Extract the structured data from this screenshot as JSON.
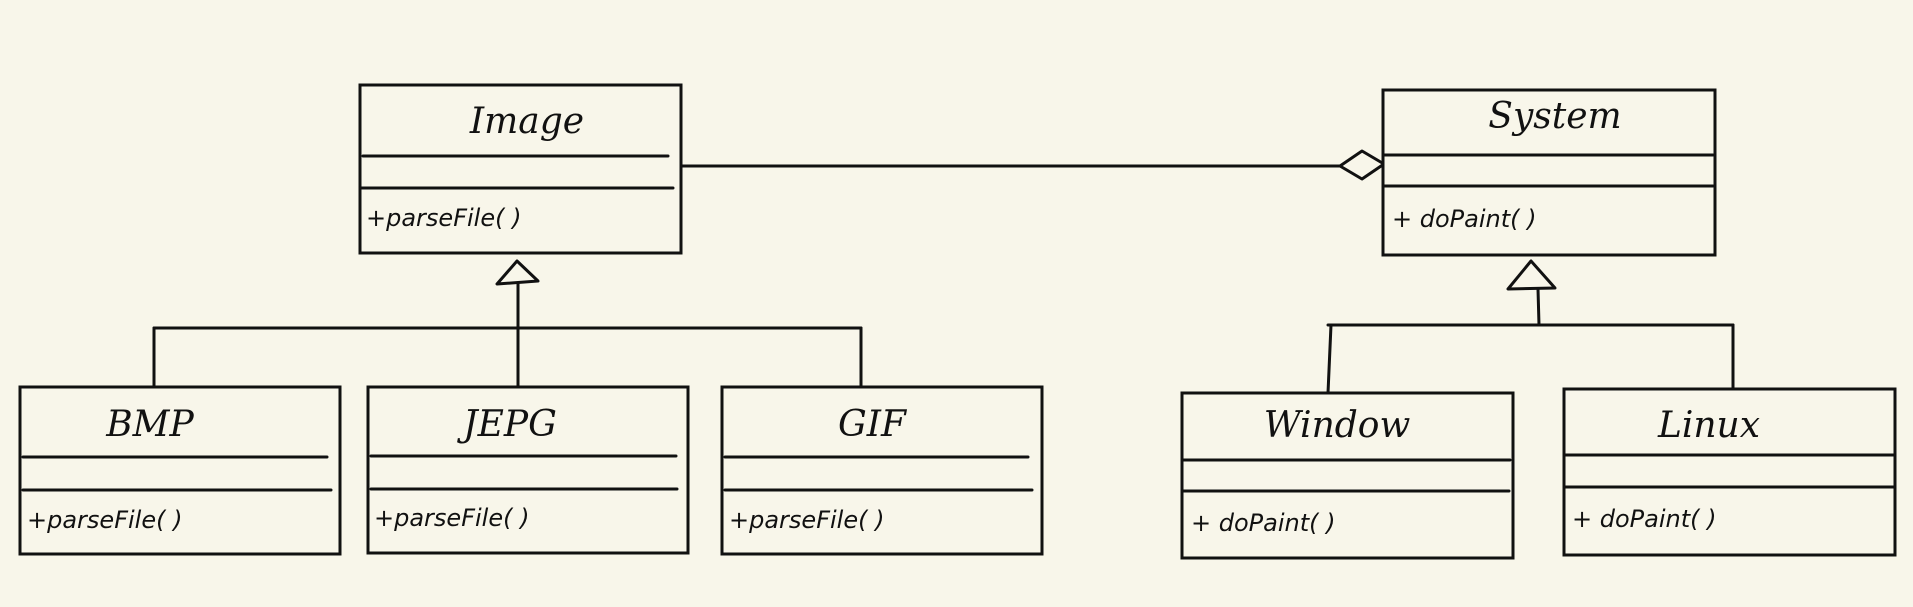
{
  "diagram": {
    "classes": [
      {
        "id": "image",
        "name": "Image",
        "methods": [
          "+parseFile( )"
        ]
      },
      {
        "id": "system",
        "name": "System",
        "methods": [
          "+ doPaint( )"
        ]
      },
      {
        "id": "bmp",
        "name": "BMP",
        "methods": [
          "+parseFile( )"
        ]
      },
      {
        "id": "jepg",
        "name": "JEPG",
        "methods": [
          "+parseFile( )"
        ]
      },
      {
        "id": "gif",
        "name": "GIF",
        "methods": [
          "+parseFile( )"
        ]
      },
      {
        "id": "window",
        "name": "Window",
        "methods": [
          "+ doPaint( )"
        ]
      },
      {
        "id": "linux",
        "name": "Linux",
        "methods": [
          "+ doPaint( )"
        ]
      }
    ],
    "relationships": [
      {
        "type": "aggregation",
        "from": "image",
        "to": "system"
      },
      {
        "type": "generalization",
        "from": "bmp",
        "to": "image"
      },
      {
        "type": "generalization",
        "from": "jepg",
        "to": "image"
      },
      {
        "type": "generalization",
        "from": "gif",
        "to": "image"
      },
      {
        "type": "generalization",
        "from": "window",
        "to": "system"
      },
      {
        "type": "generalization",
        "from": "linux",
        "to": "system"
      }
    ],
    "colors": {
      "background": "#f8f6ea",
      "ink": "#111111"
    }
  }
}
